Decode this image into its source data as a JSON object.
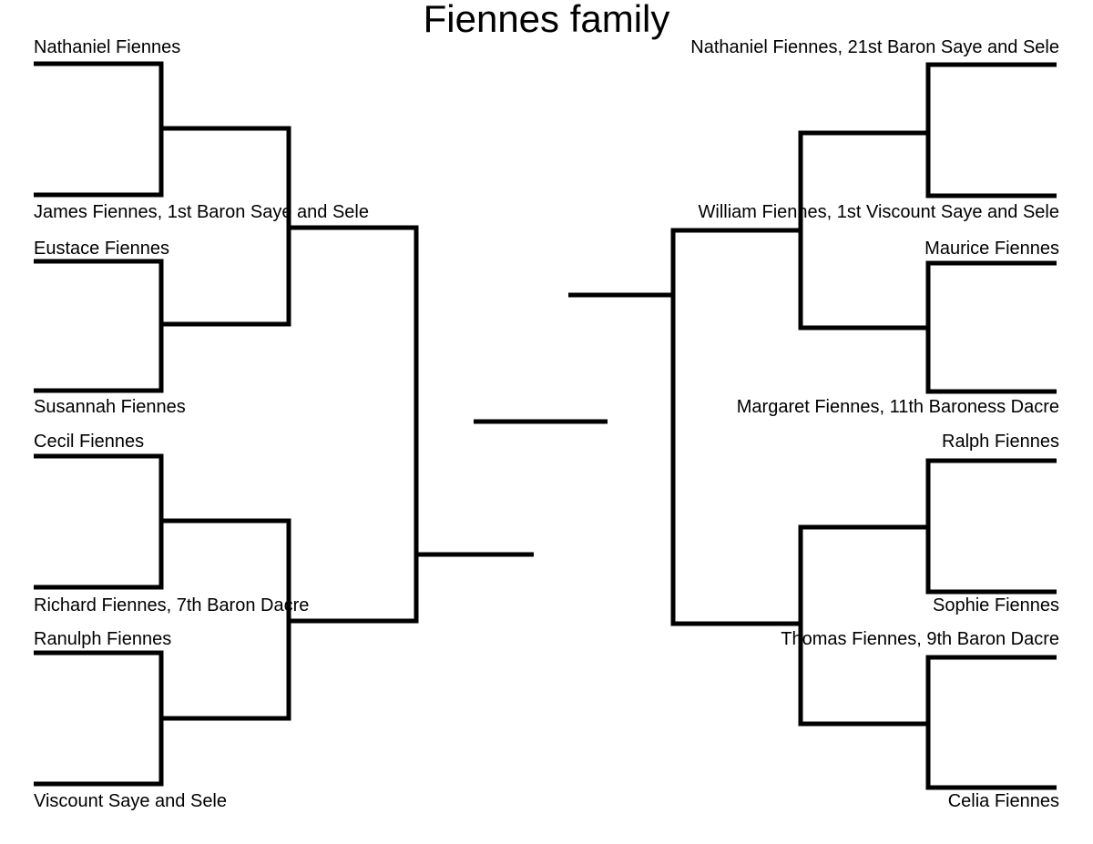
{
  "title": "Fiennes family",
  "left_names": [
    "Nathaniel Fiennes",
    "James Fiennes, 1st Baron Saye and Sele",
    "Eustace Fiennes",
    "Susannah Fiennes",
    "Cecil Fiennes",
    "Richard Fiennes, 7th Baron Dacre",
    "Ranulph Fiennes",
    "Viscount Saye and Sele"
  ],
  "right_names": [
    "Nathaniel Fiennes, 21st Baron Saye and Sele",
    "William Fiennes, 1st Viscount Saye and Sele",
    "Maurice Fiennes",
    "Margaret Fiennes, 11th Baroness Dacre",
    "Ralph Fiennes",
    "Sophie Fiennes",
    "Thomas Fiennes, 9th Baron Dacre",
    "Celia Fiennes"
  ]
}
